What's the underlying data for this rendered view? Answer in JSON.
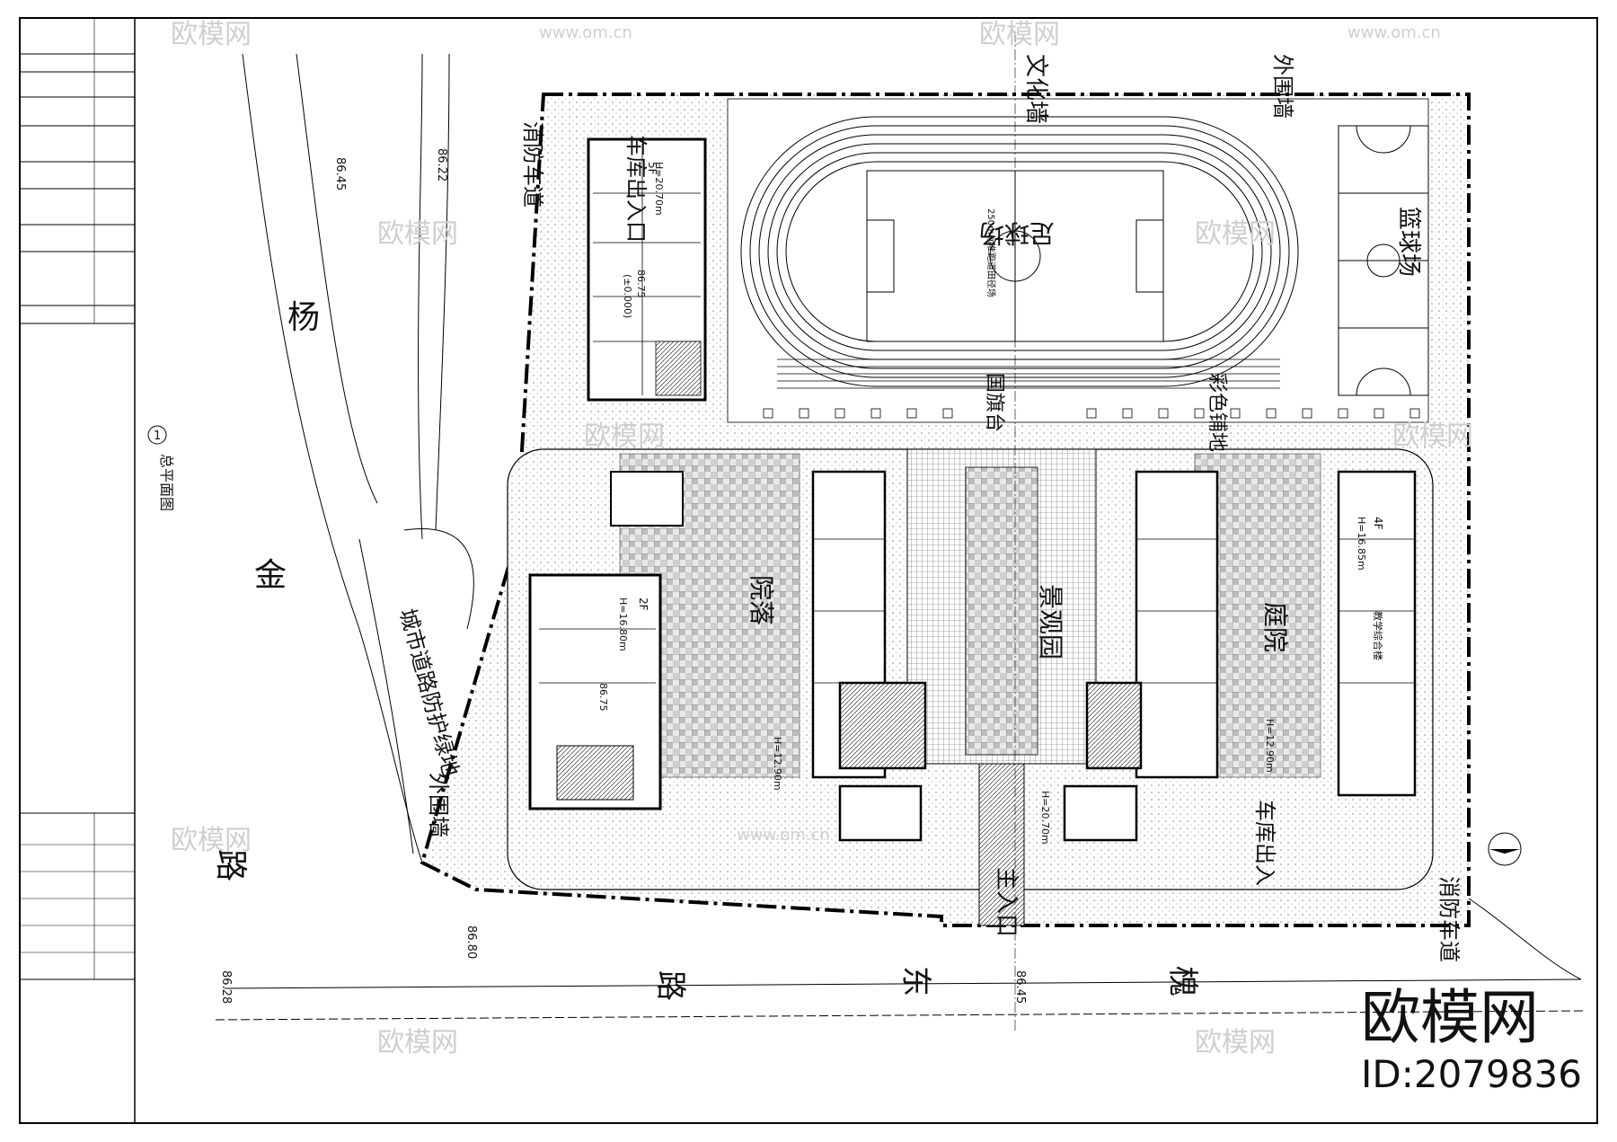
{
  "drawing": {
    "title_block_caption": "总平面图",
    "section_marker": "1"
  },
  "roads": {
    "west_road": [
      "杨",
      "金",
      "路"
    ],
    "south_road": [
      "东",
      "路"
    ],
    "east_road": "槐",
    "green_buffer": "城市道路防护绿地"
  },
  "elevations": {
    "e1": "86.45",
    "e2": "86.22",
    "e3": "86.80",
    "e4": "86.28",
    "e5": "86.45",
    "e6": "86.75",
    "e7": "86.75"
  },
  "labels": {
    "outer_wall_top": "外围墙",
    "outer_wall_left": "外围墙",
    "culture_wall": "文化墙",
    "fire_lane_west": "消防车道",
    "fire_lane_east": "消防车道",
    "garage_entry_west": "车库出入口",
    "garage_entry_east": "车库出入",
    "football_field": "足球场",
    "track_note": "250m标准跑道田径场",
    "basketball": "篮球场",
    "flag_platform": "国旗台",
    "color_paving": "彩色铺地",
    "main_entrance": "主入口",
    "landscape_courtyard": "景观园",
    "yard_left": "院落",
    "yard_right": "庭院",
    "teaching_building": "教学综合楼",
    "floors_5f": "5F",
    "floors_2f": "2F",
    "floors_4f": "4F",
    "height_1": "H=20.70m",
    "height_2": "H=16.80m",
    "height_3": "H=12.90m",
    "height_4": "H=16.85m",
    "height_5": "H=12.90m",
    "height_6": "H=20.70m",
    "zero_level": "(±0.000)"
  },
  "brand": {
    "logo_text": "欧模网",
    "id_text": "ID:2079836",
    "watermark": "欧模网",
    "watermark_url": "www.om.cn"
  }
}
